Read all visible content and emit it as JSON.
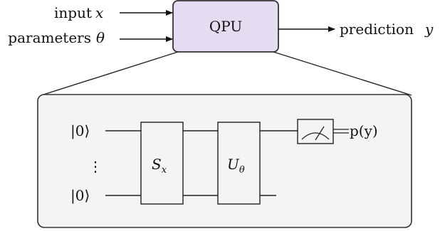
{
  "inputs": {
    "input_label": "input",
    "input_symbol": "x",
    "params_label": "parameters",
    "params_symbol": "θ"
  },
  "qpu": {
    "label": "QPU",
    "fill_color": "#e6dcf2",
    "stroke_color": "#333333"
  },
  "output": {
    "label": "prediction",
    "symbol": "y"
  },
  "circuit": {
    "panel_fill": "#f4f4f4",
    "qubit_top": "|0⟩",
    "ellipsis": "⋮",
    "qubit_bottom": "|0⟩",
    "gate_s": {
      "symbol": "S",
      "subscript": "x"
    },
    "gate_u": {
      "symbol": "U",
      "subscript": "θ"
    },
    "measurement_output": "p(y)"
  }
}
